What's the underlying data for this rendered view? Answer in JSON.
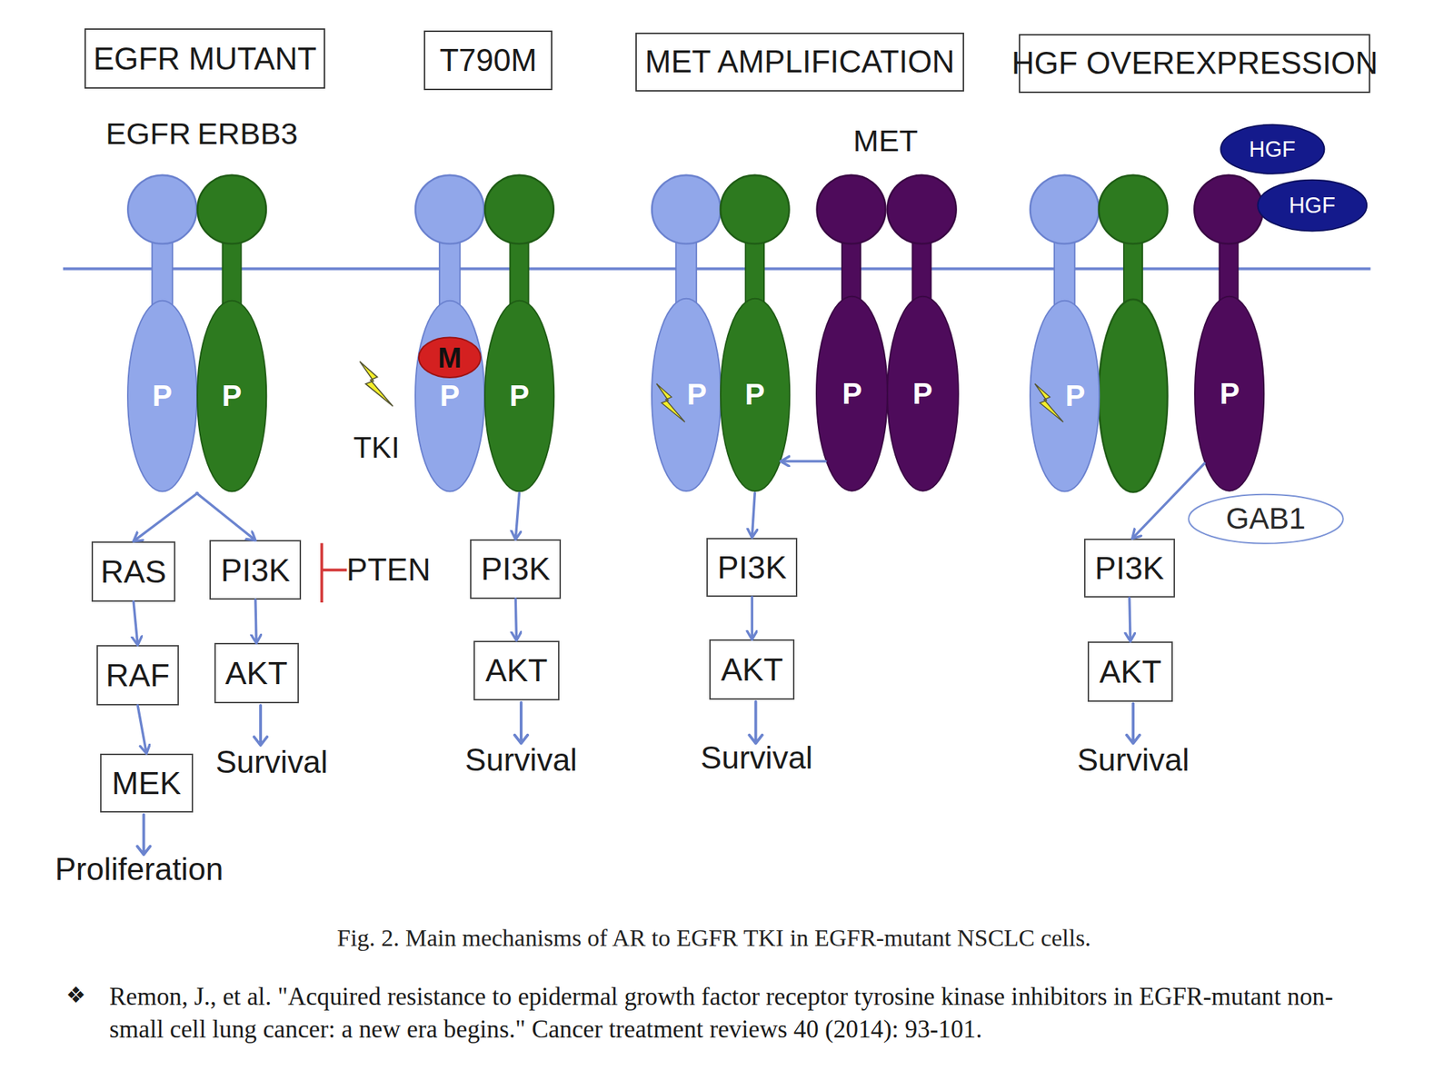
{
  "diagram": {
    "caption": "Fig. 2. Main mechanisms of AR to EGFR TKI in EGFR-mutant NSCLC cells.",
    "nodes": [
      {
        "text": [
          "EGFR MUTANT"
        ]
      },
      {
        "text": [
          "T790M"
        ]
      },
      {
        "text": [
          "MET AMPLIFICATION"
        ]
      },
      {
        "text": [
          "HGF OVEREXPRESSION"
        ]
      },
      {
        "text": [
          "HGF"
        ]
      },
      {
        "text": [
          "HGF"
        ]
      },
      {
        "text": [
          "P"
        ]
      },
      {
        "text": [
          "P"
        ]
      },
      {
        "text": [
          "P"
        ]
      },
      {
        "text": [
          "M"
        ],
        "in": 8
      },
      {
        "text": [
          "P"
        ]
      },
      {
        "text": [
          "P"
        ]
      },
      {
        "text": [
          "P"
        ]
      },
      {
        "text": [
          "P"
        ]
      },
      {
        "text": [
          "P"
        ]
      },
      {
        "text": [
          "P"
        ]
      },
      {
        "text": [
          "P"
        ]
      },
      {
        "text": [
          "GAB1"
        ]
      },
      {
        "text": [
          "RAS"
        ]
      },
      {
        "text": [
          "PI3K"
        ]
      },
      {
        "text": [
          "PI3K"
        ]
      },
      {
        "text": [
          "PI3K"
        ]
      },
      {
        "text": [
          "PI3K"
        ]
      },
      {
        "text": [
          "RAF"
        ]
      },
      {
        "text": [
          "AKT"
        ]
      },
      {
        "text": [
          "AKT"
        ]
      },
      {
        "text": [
          "AKT"
        ]
      },
      {
        "text": [
          "AKT"
        ]
      },
      {
        "text": [
          "MEK"
        ]
      }
    ],
    "edges": [
      {
        "from": 6,
        "to": 18,
        "arrow": "to"
      },
      {
        "from": 7,
        "to": 19,
        "arrow": "to"
      },
      {
        "from": 18,
        "to": 23,
        "arrow": "to"
      },
      {
        "from": 23,
        "to": 28,
        "arrow": "to"
      },
      {
        "from": 19,
        "to": 24,
        "arrow": "to"
      },
      {
        "from": 10,
        "to": 20,
        "arrow": "to"
      },
      {
        "from": 20,
        "to": 25,
        "arrow": "to"
      },
      {
        "from": 13,
        "to": 12,
        "arrow": "to"
      },
      {
        "from": 12,
        "to": 21,
        "arrow": "to"
      },
      {
        "from": 21,
        "to": 26,
        "arrow": "to"
      },
      {
        "from": 16,
        "to": 22,
        "arrow": "to"
      },
      {
        "from": 22,
        "to": 27,
        "arrow": "to"
      }
    ],
    "labels": [
      "EGFR",
      "ERBB3",
      "MET",
      "TKI",
      "PTEN",
      "Survival",
      "Survival",
      "Survival",
      "Survival",
      "Proliferation",
      "❖",
      "Remon, J., et al. \"Acquired resistance to epidermal growth factor receptor tyrosine kinase inhibitors in EGFR-mutant non-small cell lung cancer: a new era begins.\" Cancer treatment reviews 40 (2014): 93-101."
    ]
  }
}
